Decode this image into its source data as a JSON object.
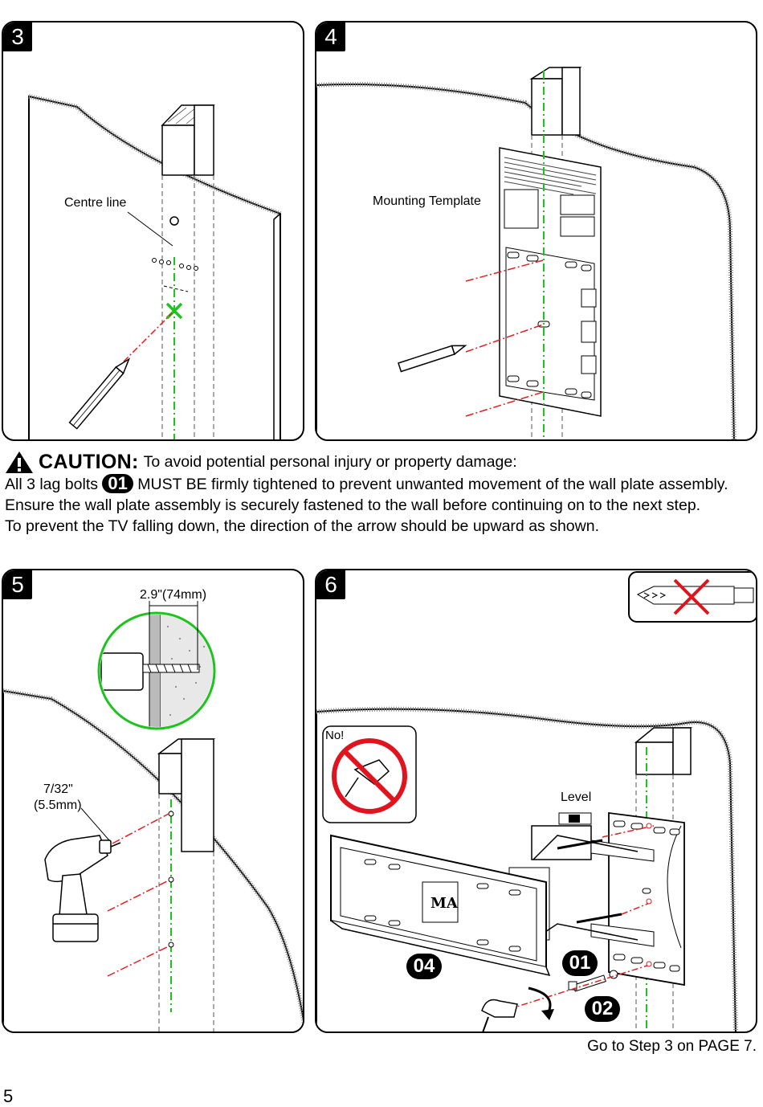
{
  "steps": [
    {
      "number": "3",
      "label": "Centre line"
    },
    {
      "number": "4",
      "label": "Mounting Template"
    },
    {
      "number": "5",
      "dimension": "2.9\"(74mm)",
      "drill_size_1": "7/32\"",
      "drill_size_2": "(5.5mm)"
    },
    {
      "number": "6",
      "no_label": "No!",
      "level_label": "Level",
      "parts": [
        "04",
        "01",
        "02"
      ]
    }
  ],
  "caution": {
    "title": "CAUTION:",
    "lead": " To avoid potential personal injury or property damage:",
    "line1_pre": "All 3 lag bolts ",
    "part_ref": "01",
    "line1_post": " MUST BE firmly tightened to prevent unwanted movement of the wall plate assembly. Ensure the wall plate assembly is securely fastened to the wall before continuing on to the next step.",
    "line2": "To prevent the TV falling down, the direction of the arrow should be upward as shown."
  },
  "footer_note": "Go to Step 3 on PAGE 7.",
  "page_number": "5",
  "colors": {
    "centre_line": "#1ec31e",
    "guide_line": "#e02020",
    "prohibit": "#e0141e"
  }
}
